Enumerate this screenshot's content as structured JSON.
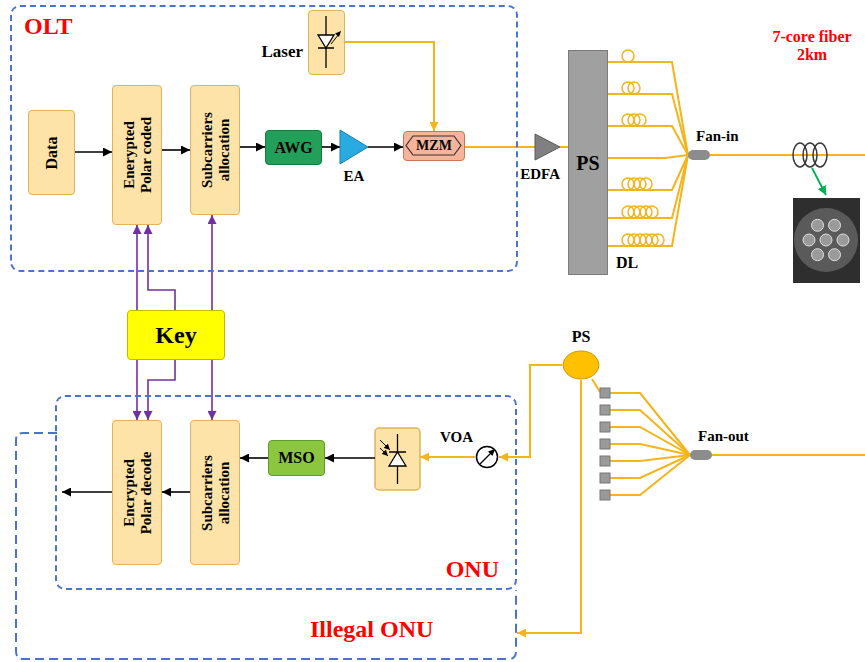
{
  "diagram": {
    "nodes": [
      {
        "text": [
          "OLT"
        ]
      },
      {
        "text": [
          "Laser"
        ],
        "in": 0
      },
      {
        "text": [
          "Data"
        ],
        "in": 0
      },
      {
        "text": [
          "Enerypted Polar coded"
        ],
        "in": 0
      },
      {
        "text": [
          "Subcarriers allocation"
        ],
        "in": 0
      },
      {
        "text": [
          "AWG"
        ],
        "in": 0
      },
      {
        "text": [
          "EA"
        ],
        "in": 0
      },
      {
        "text": [
          "MZM"
        ],
        "in": 0
      },
      {
        "text": [
          "EDFA"
        ]
      },
      {
        "text": [
          "PS"
        ]
      },
      {
        "text": [
          "Fan-in"
        ]
      },
      {
        "text": [
          "Key"
        ]
      },
      {
        "text": [
          "ONU"
        ]
      },
      {
        "text": [
          "Encrypted Polar decode"
        ],
        "in": 12
      },
      {
        "text": [
          "Subcarriers allocation"
        ],
        "in": 12
      },
      {
        "text": [
          "MSO"
        ],
        "in": 12
      },
      {
        "text": [
          "VOA"
        ],
        "in": 12
      },
      {
        "text": [
          "PS"
        ]
      },
      {
        "text": [
          "Fan-out"
        ]
      },
      {
        "text": [
          "Illegal ONU"
        ]
      }
    ],
    "edges": [
      {
        "from": 2,
        "to": 3,
        "arrow": "to"
      },
      {
        "from": 3,
        "to": 4,
        "arrow": "to"
      },
      {
        "from": 4,
        "to": 5,
        "arrow": "to"
      },
      {
        "from": 5,
        "to": 6,
        "arrow": "to"
      },
      {
        "from": 6,
        "to": 7,
        "arrow": "to"
      },
      {
        "from": 1,
        "to": 7,
        "arrow": "to"
      },
      {
        "from": 7,
        "to": 8,
        "arrow": "none"
      },
      {
        "from": 8,
        "to": 9,
        "arrow": "none"
      },
      {
        "from": 9,
        "to": 10,
        "arrow": "none"
      },
      {
        "from": 11,
        "to": 3,
        "arrow": "to"
      },
      {
        "from": 11,
        "to": 3,
        "arrow": "to"
      },
      {
        "from": 11,
        "to": 4,
        "arrow": "to"
      },
      {
        "from": 11,
        "to": 13,
        "arrow": "to"
      },
      {
        "from": 11,
        "to": 13,
        "arrow": "to"
      },
      {
        "from": 11,
        "to": 14,
        "arrow": "to"
      },
      {
        "from": 15,
        "to": 14,
        "arrow": "to"
      },
      {
        "from": 14,
        "to": 13,
        "arrow": "to"
      },
      {
        "from": 17,
        "to": 16,
        "arrow": "to"
      },
      {
        "from": 17,
        "to": 19,
        "arrow": "to"
      }
    ],
    "labels": [
      "DL",
      "7-core fiber 2km"
    ]
  }
}
